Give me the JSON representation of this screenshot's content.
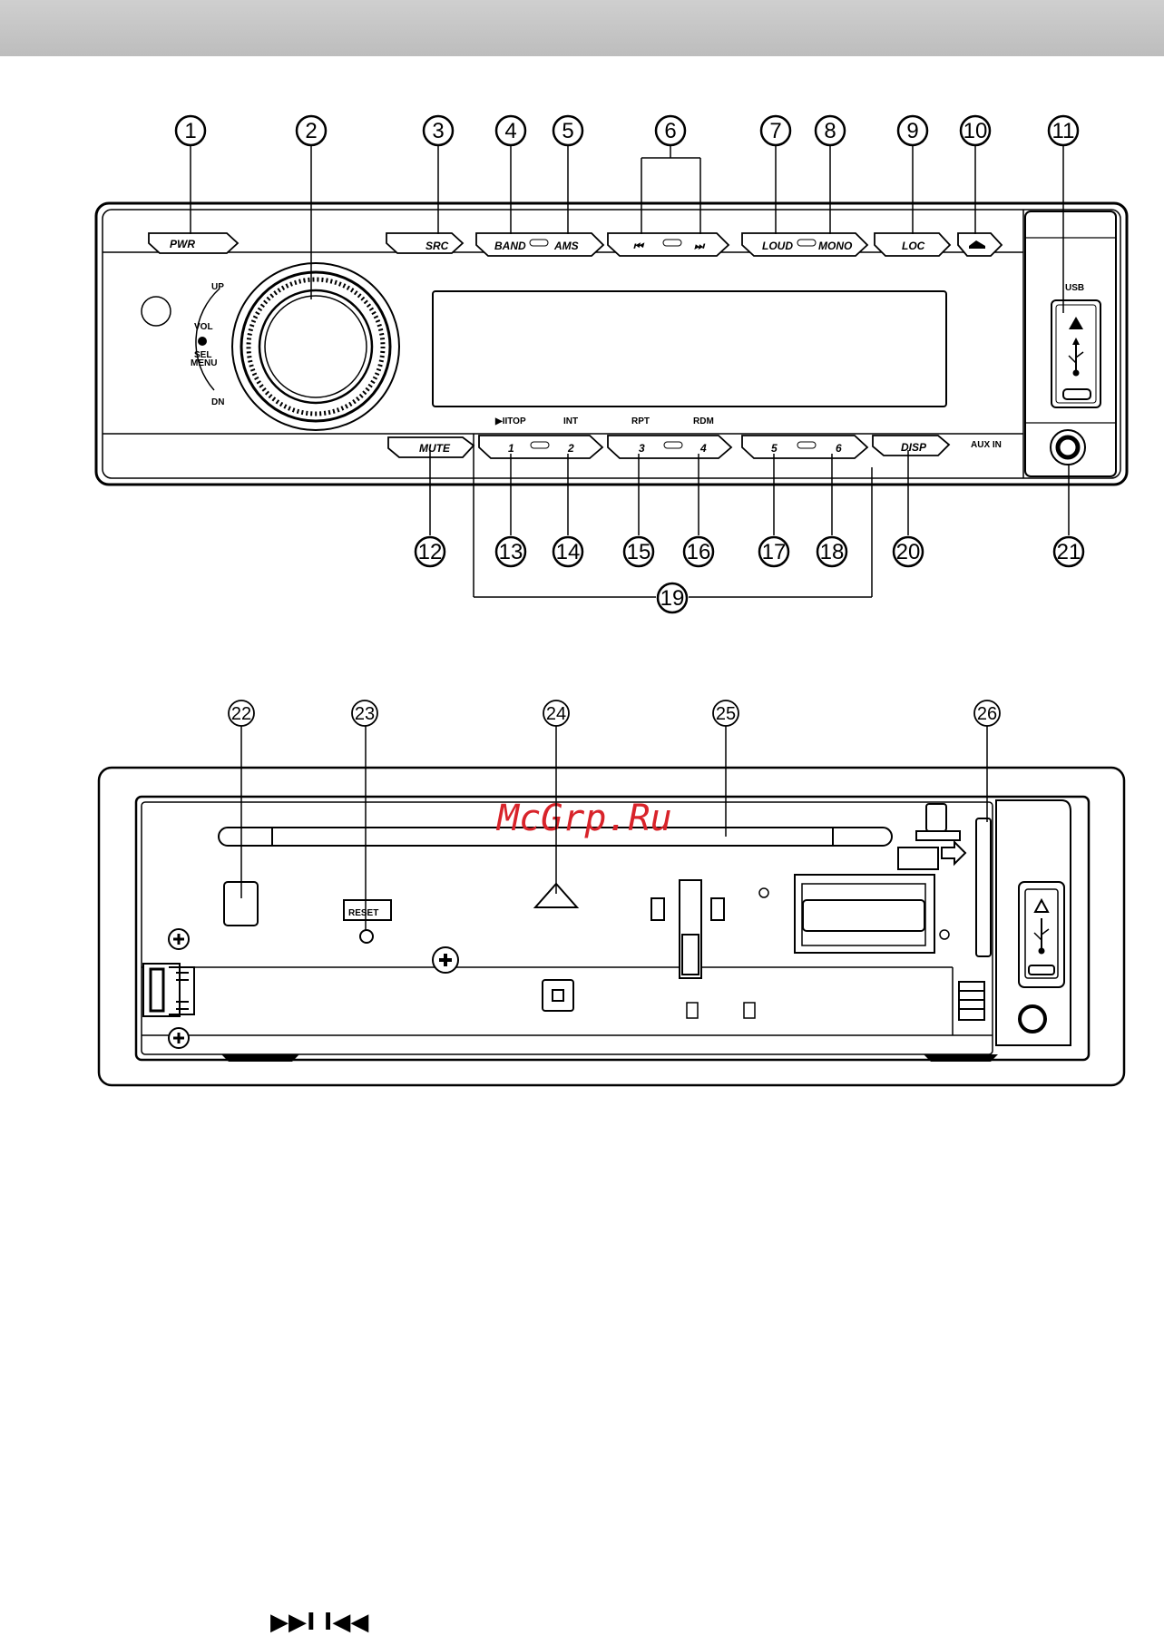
{
  "front_panel": {
    "buttons": {
      "pwr": "PWR",
      "src": "SRC",
      "band": "BAND",
      "ams": "AMS",
      "prev": "⏮",
      "next": "⏭",
      "loud": "LOUD",
      "mono": "MONO",
      "loc": "LOC",
      "eject": "⏏",
      "mute": "MUTE",
      "disp": "DISP",
      "p1": "1",
      "p2": "2",
      "p3": "3",
      "p4": "4",
      "p5": "5",
      "p6": "6"
    },
    "knob_labels": {
      "up": "UP",
      "vol": "VOL",
      "sel": "SEL",
      "menu": "MENU",
      "dn": "DN"
    },
    "func_labels": {
      "top": "▶IITOP",
      "int": "INT",
      "rpt": "RPT",
      "rdm": "RDM"
    },
    "usb_label": "USB",
    "aux_label": "AUX IN",
    "callouts": [
      "1",
      "2",
      "3",
      "4",
      "5",
      "6",
      "7",
      "8",
      "9",
      "10",
      "11",
      "12",
      "13",
      "14",
      "15",
      "16",
      "17",
      "18",
      "19",
      "20",
      "21"
    ]
  },
  "chassis": {
    "reset_label": "RESET",
    "callouts": [
      "22",
      "23",
      "24",
      "25",
      "26"
    ],
    "watermark": "McGrp.Ru"
  },
  "footer_symbols": "▶▶I  I◀◀"
}
